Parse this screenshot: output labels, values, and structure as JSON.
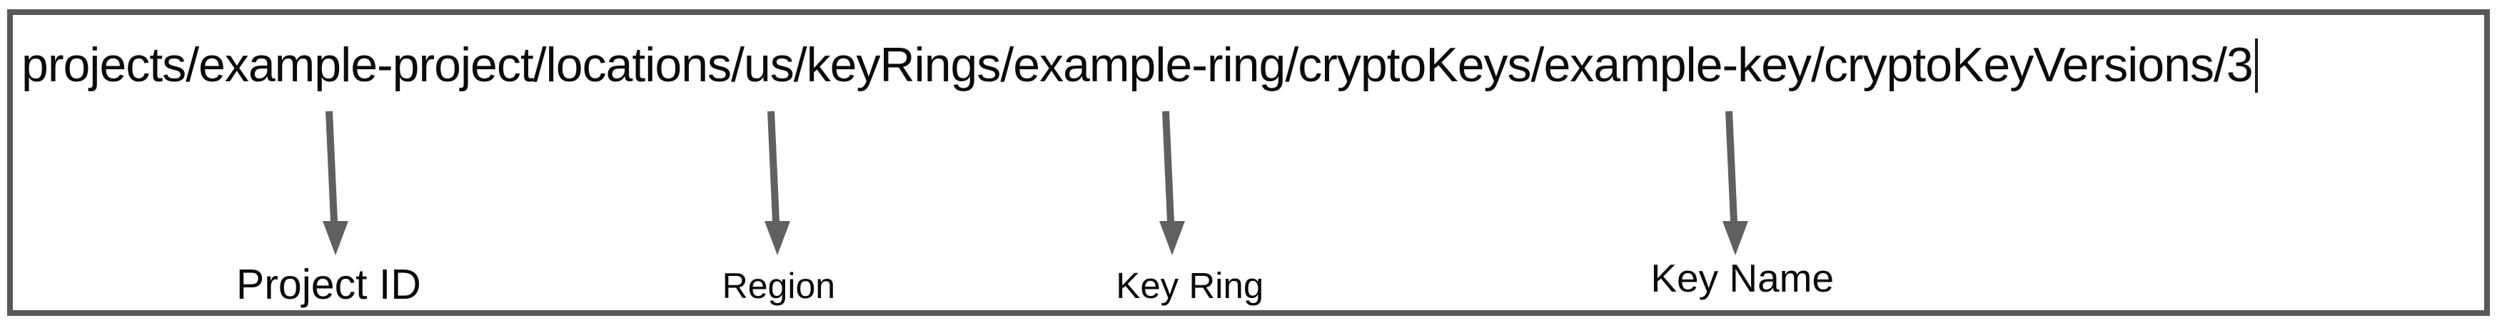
{
  "path": {
    "full": "projects/example-project/locations/us/keyRings/example-ring/cryptoKeys/example-key/cryptoKeyVersions/3",
    "segments": [
      {
        "text": "projects/"
      },
      {
        "text": "example-project",
        "annotation": "project-id"
      },
      {
        "text": "/locations/"
      },
      {
        "text": "us",
        "annotation": "region"
      },
      {
        "text": "/keyRings/"
      },
      {
        "text": "example-ring",
        "annotation": "key-ring"
      },
      {
        "text": "/cryptoKeys/"
      },
      {
        "text": "example-key",
        "annotation": "key-name"
      },
      {
        "text": "/cryptoKeyVersions/3"
      }
    ]
  },
  "annotations": [
    {
      "id": "project-id",
      "label": "Project ID"
    },
    {
      "id": "region",
      "label": "Region"
    },
    {
      "id": "key-ring",
      "label": "Key Ring"
    },
    {
      "id": "key-name",
      "label": "Key Name"
    }
  ],
  "colors": {
    "border": "#58585b",
    "arrow": "#5f6062",
    "text": "#0b0b0b",
    "background": "#ffffff"
  }
}
